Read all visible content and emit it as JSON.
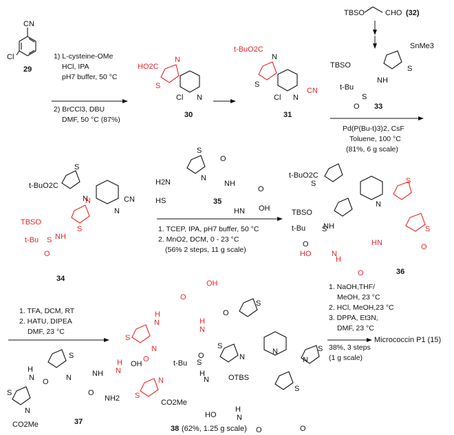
{
  "compounds": {
    "c29": "29",
    "c30": "30",
    "c31": "31",
    "c32_label": "TBSO",
    "c32_cho": "CHO",
    "c32_num": "(32)",
    "c33": "33",
    "c34": "34",
    "c35": "35",
    "c36": "36",
    "c37": "37",
    "c38": "38",
    "c38_yield": "(62%, 1.25 g scale)",
    "c15": "Micrococcin P1 (15)"
  },
  "atoms": {
    "N": "N",
    "S": "S",
    "O": "O",
    "Cl": "Cl",
    "HO2C": "HO2C",
    "tBuO2C": "t-BuO2C",
    "CN": "CN",
    "TBSO": "TBSO",
    "tBu": "t-Bu",
    "NH": "NH",
    "HN": "HN",
    "SnMe3": "SnMe3",
    "OH": "OH",
    "HO": "HO",
    "NH2": "NH2",
    "H2N": "H2N",
    "HS": "HS",
    "CO2Me": "CO2Me",
    "OTBS": "OTBS",
    "H": "H"
  },
  "conditions": {
    "step1": [
      "1) L-cysteine-OMe",
      "HCl, IPA",
      "pH7 buffer, 50 °C",
      "2) BrCCl3, DBU",
      "DMF, 50 °C (87%)"
    ],
    "step3": [
      "Pd(P(Bu-t)3)2, CsF",
      "Toluene, 100 °C",
      "(81%, 6 g scale)"
    ],
    "step4": [
      "1. TCEP, IPA, pH7 buffer, 50 °C",
      "2. MnO2, DCM, 0 - 23 °C",
      "(56% 2 steps, 11 g scale)"
    ],
    "step5": [
      "1. TFA, DCM, RT",
      "2. HATU, DIPEA",
      "DMF, 23 °C"
    ],
    "step6": [
      "1. NaOH,THF/",
      "MeOH, 23 °C",
      "2. HCl, MeOH,23 °C",
      "3. DPPA, Et3N,",
      "DMF, 23 °C",
      "38%, 3 steps",
      "(1 g scale)"
    ]
  },
  "colors": {
    "highlight": "#e8262a",
    "ink": "#111111"
  }
}
